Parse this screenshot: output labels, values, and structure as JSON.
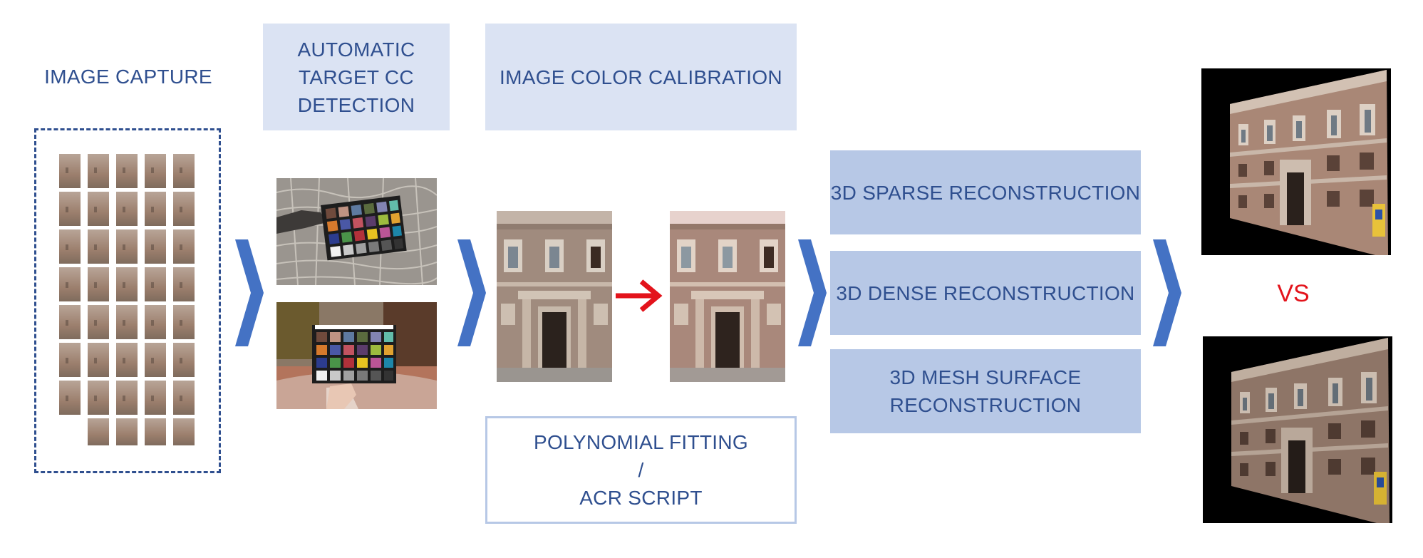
{
  "steps": {
    "image_capture": "IMAGE CAPTURE",
    "target_detection": [
      "AUTOMATIC",
      "TARGET CC",
      "DETECTION"
    ],
    "color_calibration": "IMAGE COLOR CALIBRATION",
    "fitting": [
      "POLYNOMIAL FITTING",
      "/",
      "ACR SCRIPT"
    ],
    "sparse": "3D SPARSE RECONSTRUCTION",
    "dense": "3D DENSE RECONSTRUCTION",
    "mesh": [
      "3D MESH SURFACE",
      "RECONSTRUCTION"
    ],
    "vs": "VS"
  },
  "colors": {
    "text": "#2f4f8f",
    "box_light": "#dbe3f3",
    "box_mid": "#b7c8e6",
    "chevron": "#4472c4",
    "arrow": "#e3131b",
    "vs": "#e3131b"
  },
  "icons": {
    "chevron": "chevron-right-icon",
    "arrow": "arrow-right-icon"
  }
}
